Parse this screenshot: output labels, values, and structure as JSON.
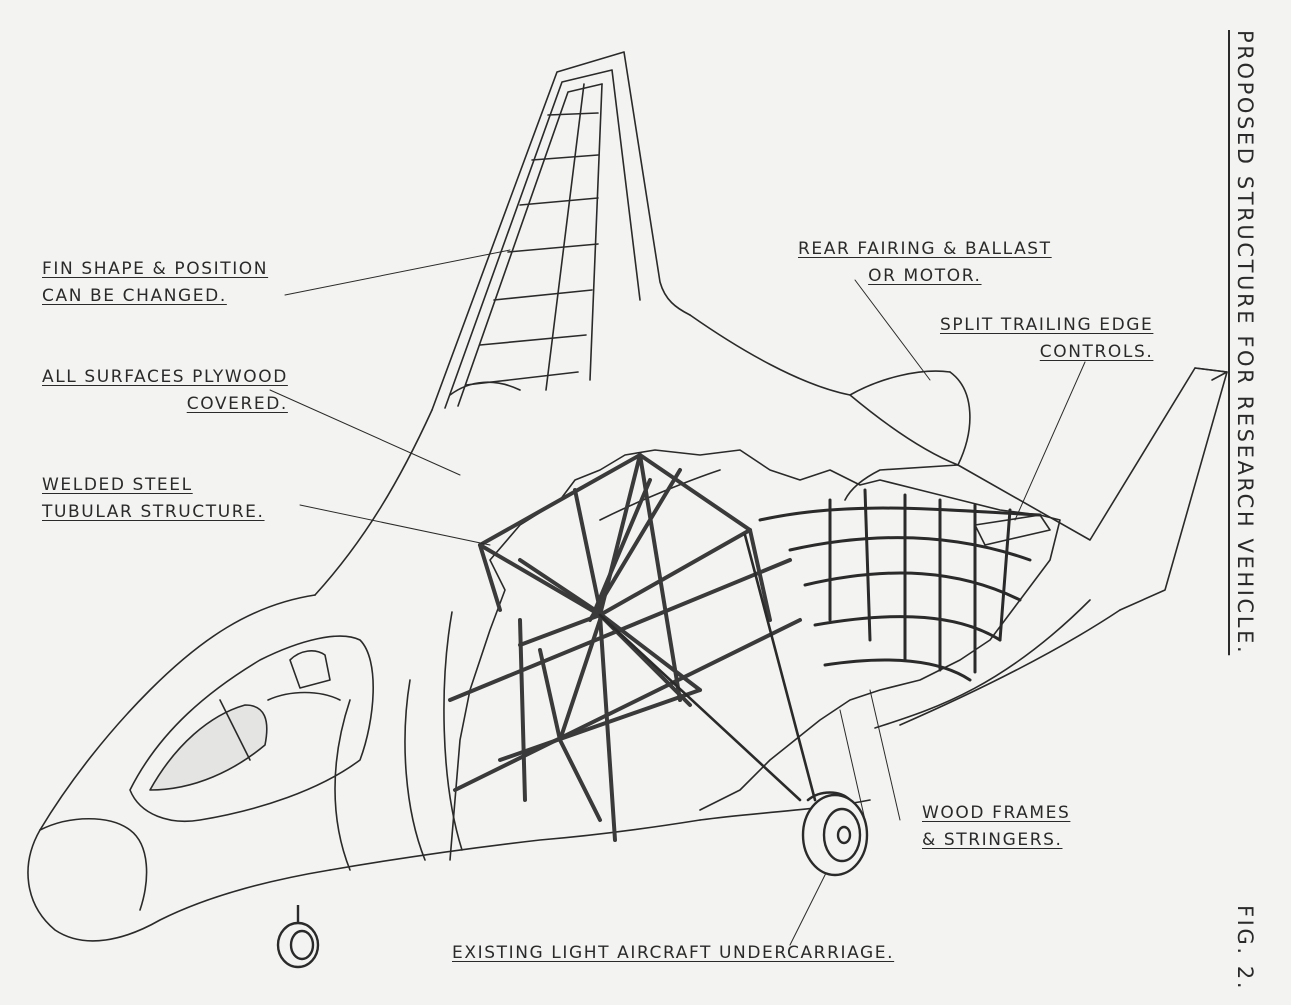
{
  "figure": {
    "title": "PROPOSED STRUCTURE FOR RESEARCH VEHICLE.",
    "number": "FIG. 2."
  },
  "labels": {
    "fin_shape": [
      "FIN SHAPE & POSITION",
      "CAN BE CHANGED."
    ],
    "surfaces": [
      "ALL SURFACES PLYWOOD",
      "COVERED."
    ],
    "tubular": [
      "WELDED STEEL",
      "TUBULAR STRUCTURE."
    ],
    "rear_fairing": [
      "REAR FAIRING & BALLAST",
      "OR MOTOR."
    ],
    "trailing_edge": [
      "SPLIT TRAILING EDGE",
      "CONTROLS."
    ],
    "wood_frames": [
      "WOOD FRAMES",
      "& STRINGERS."
    ],
    "undercarriage": "EXISTING LIGHT AIRCRAFT UNDERCARRIAGE."
  },
  "colors": {
    "paper": "#f3f3f1",
    "ink": "#2a2a2a",
    "tube": "#3a3a3a"
  }
}
